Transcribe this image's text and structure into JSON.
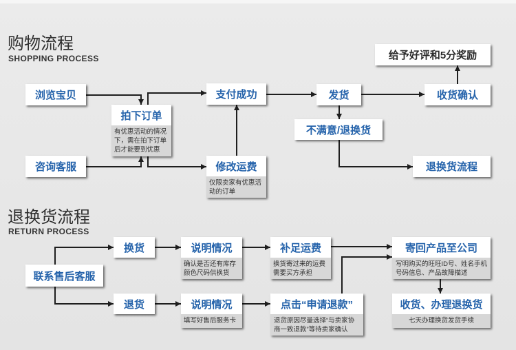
{
  "colors": {
    "background": "#e8e8e8",
    "box_background": "#ffffff",
    "label_text": "#2563ab",
    "note_background": "#d7d7d7",
    "arrow": "#1e1e1e"
  },
  "shopping": {
    "title": "购物流程",
    "subtitle": "SHOPPING PROCESS",
    "browse": {
      "label": "浏览宝贝"
    },
    "consult": {
      "label": "咨询客服"
    },
    "order": {
      "label": "拍下订单",
      "note": "有优惠活动的情况下，需在拍下订单后才能要到优惠"
    },
    "pay": {
      "label": "支付成功"
    },
    "modify_shipping": {
      "label": "修改运费",
      "note": "仅限卖家有优惠活动的订单"
    },
    "ship": {
      "label": "发货"
    },
    "unsatisfied": {
      "label": "不满意/退换货"
    },
    "confirm": {
      "label": "收货确认"
    },
    "review": {
      "label": "给予好评和5分奖励"
    },
    "return_process": {
      "label": "退换货流程"
    }
  },
  "returns": {
    "title": "退换货流程",
    "subtitle": "RETURN PROCESS",
    "contact": {
      "label": "联系售后客服"
    },
    "exchange": {
      "label": "换货"
    },
    "refund": {
      "label": "退货"
    },
    "explain_exchange": {
      "label": "说明情况",
      "note": "确认是否还有库存颜色尺码供换货"
    },
    "explain_refund": {
      "label": "说明情况",
      "note": "填写好售后服务卡"
    },
    "pay_shipping": {
      "label": "补足运费",
      "note": "换货寄过来的运费需要买方承担"
    },
    "apply_refund": {
      "label": "点击“申请退款”",
      "note": "退货原因尽量选择“与卖家协商一致退款”等待卖家确认"
    },
    "send_back": {
      "label": "寄回产品至公司",
      "note": "写明购买的旺旺ID号、姓名手机号码信息、产品故障描述"
    },
    "receive": {
      "label": "收货、办理退换货",
      "note": "七天办理换货发货手续"
    }
  }
}
